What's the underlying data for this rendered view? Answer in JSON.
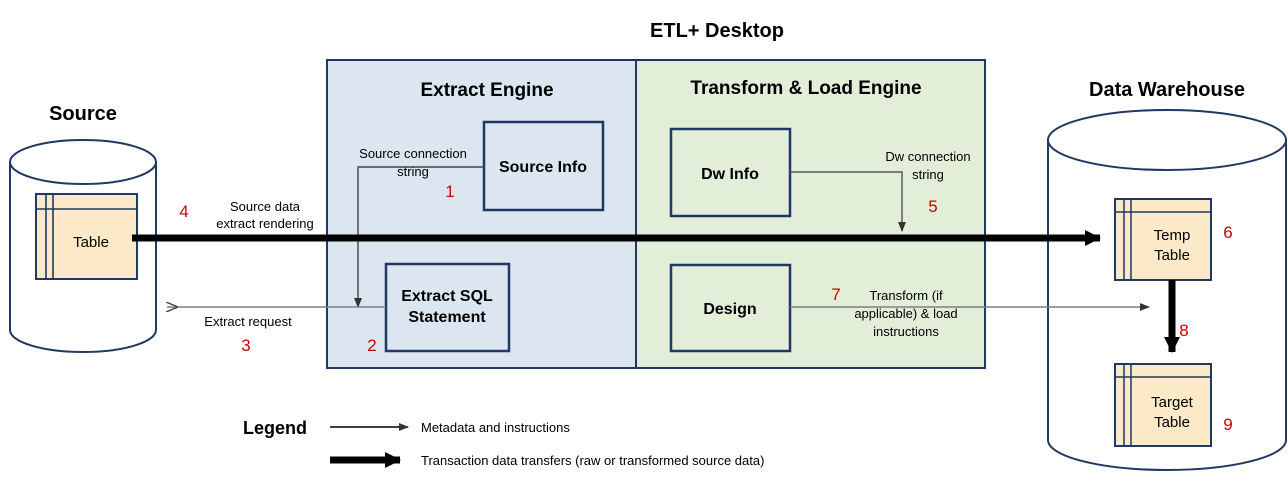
{
  "title": "ETL+ Desktop",
  "colors": {
    "panel_blue": "#dce6f1",
    "panel_green": "#e3eed9",
    "stroke_navy": "#1f3864",
    "table_fill": "#fce9c8",
    "number_red": "#cc0000",
    "thin_arrow": "#595959",
    "thick_arrow": "#000000"
  },
  "source": {
    "title": "Source",
    "table_label_line1": "Table"
  },
  "warehouse": {
    "title": "Data Warehouse",
    "temp_table_line1": "Temp",
    "temp_table_line2": "Table",
    "target_table_line1": "Target",
    "target_table_line2": "Table"
  },
  "panels": {
    "extract": {
      "title": "Extract Engine"
    },
    "transform": {
      "title": "Transform & Load Engine"
    }
  },
  "boxes": {
    "source_info": "Source Info",
    "extract_sql_line1": "Extract SQL",
    "extract_sql_line2": "Statement",
    "dw_info": "Dw Info",
    "design": "Design"
  },
  "flow_labels": {
    "source_connection_line1": "Source connection",
    "source_connection_line2": "string",
    "source_data_line1": "Source data",
    "source_data_line2": "extract rendering",
    "extract_request": "Extract request",
    "dw_connection_line1": "Dw connection",
    "dw_connection_line2": "string",
    "transform_line1": "Transform (if",
    "transform_line2": "applicable) & load",
    "transform_line3": "instructions"
  },
  "step_numbers": {
    "n1": "1",
    "n2": "2",
    "n3": "3",
    "n4": "4",
    "n5": "5",
    "n6": "6",
    "n7": "7",
    "n8": "8",
    "n9": "9"
  },
  "legend": {
    "title": "Legend",
    "items": [
      {
        "label": "Metadata and instructions",
        "style": "thin-arrow"
      },
      {
        "label": "Transaction data transfers (raw or transformed  source data)",
        "style": "thick-arrow"
      }
    ]
  }
}
